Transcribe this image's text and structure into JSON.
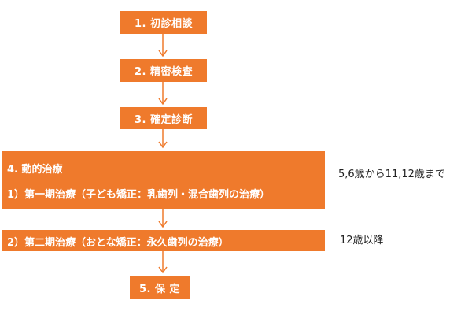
{
  "steps": {
    "s1": "1. 初診相談",
    "s2": "2. 精密検査",
    "s3": "3. 確定診断",
    "s4_title": "4. 動的治療",
    "s4_phase1": "1）第一期治療（子ども矯正：乳歯列・混合歯列の治療）",
    "s4_phase2": "2）第二期治療（おとな矯正：永久歯列の治療）",
    "s5": "5. 保 定"
  },
  "notes": {
    "phase1_age": "5,6歳から11,12歳まで",
    "phase2_age": "12歳以降"
  },
  "colors": {
    "box": "#ef7a2c",
    "arrow": "#ef7a2c",
    "text": "#ffffff"
  }
}
